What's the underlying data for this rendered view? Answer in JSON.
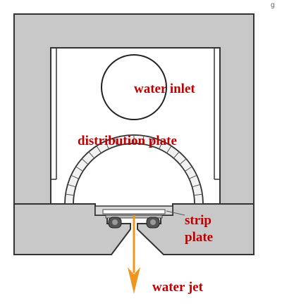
{
  "labels": {
    "water_inlet": "water inlet",
    "distribution_plate": "distribution plate",
    "strip": "strip",
    "plate": "plate",
    "water_jet": "water jet",
    "corner_mark": "g"
  },
  "colors": {
    "housing_fill": "#c8c8c8",
    "outline": "#333333",
    "label_text": "#c00000",
    "jet_arrow": "#f0961e",
    "background": "#ffffff"
  }
}
